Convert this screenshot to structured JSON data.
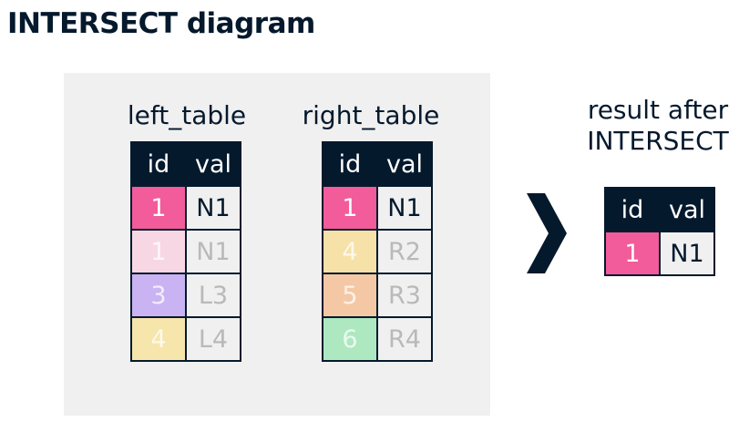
{
  "title": "INTERSECT diagram",
  "left_table": {
    "caption": "left_table",
    "headers": [
      "id",
      "val"
    ],
    "rows": [
      {
        "id": "1",
        "val": "N1",
        "id_color": "#f25c9a",
        "faded": false
      },
      {
        "id": "1",
        "val": "N1",
        "id_color": "#f8d7e5",
        "faded": true
      },
      {
        "id": "3",
        "val": "L3",
        "id_color": "#c9b3f2",
        "faded": true
      },
      {
        "id": "4",
        "val": "L4",
        "id_color": "#f6e6ac",
        "faded": true
      }
    ]
  },
  "right_table": {
    "caption": "right_table",
    "headers": [
      "id",
      "val"
    ],
    "rows": [
      {
        "id": "1",
        "val": "N1",
        "id_color": "#f25c9a",
        "faded": false
      },
      {
        "id": "4",
        "val": "R2",
        "id_color": "#f6e1a8",
        "faded": true
      },
      {
        "id": "5",
        "val": "R3",
        "id_color": "#f4c8a4",
        "faded": true
      },
      {
        "id": "6",
        "val": "R4",
        "id_color": "#ade8c0",
        "faded": true
      }
    ]
  },
  "result": {
    "caption_line1": "result after",
    "caption_line2": "INTERSECT",
    "headers": [
      "id",
      "val"
    ],
    "rows": [
      {
        "id": "1",
        "val": "N1",
        "id_color": "#f25c9a",
        "faded": false
      }
    ]
  },
  "colors": {
    "navy": "#05192d",
    "panel_bg": "#f0f0f0",
    "highlight_pink": "#f25c9a"
  },
  "icons": {
    "arrow": "chevron-right-icon"
  }
}
